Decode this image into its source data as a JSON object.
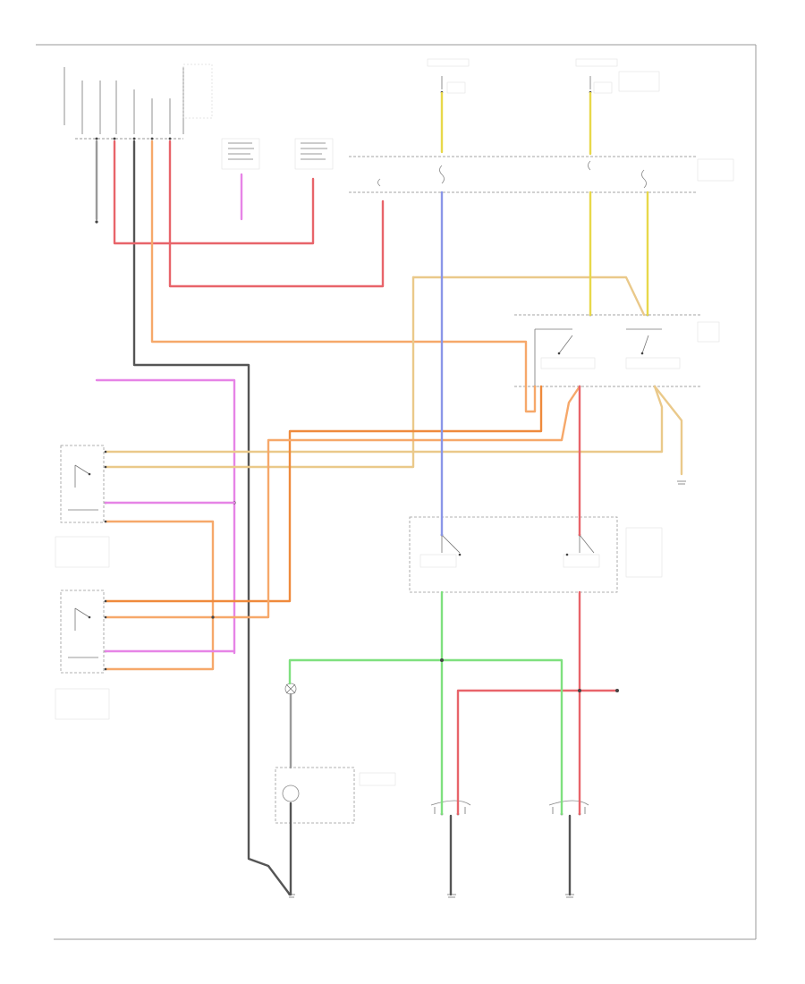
{
  "diagram": {
    "page_number": "",
    "colors": {
      "red": "#e8646a",
      "pink": "#d96b8a",
      "orange": "#f6a86a",
      "dark_orange": "#ef8a3c",
      "yellow": "#e8d84a",
      "tan": "#eac98a",
      "blue": "#8a96e8",
      "green": "#7fe07f",
      "violet": "#e684e6",
      "black": "#555555",
      "gray": "#9a9a9a"
    },
    "components": [
      {
        "id": "top-left-connector",
        "icon": "connector-icon"
      },
      {
        "id": "headlamp-sw-note",
        "icon": "splice-note-icon"
      },
      {
        "id": "dimmer-note",
        "icon": "splice-note-icon"
      },
      {
        "id": "fuse-box",
        "icon": "fuse-icon"
      },
      {
        "id": "dimmer-switch",
        "icon": "switch-icon"
      },
      {
        "id": "relay-box",
        "icon": "relay-icon"
      },
      {
        "id": "auto-lamp-control-1",
        "icon": "relay-icon"
      },
      {
        "id": "auto-lamp-control-2",
        "icon": "relay-icon"
      },
      {
        "id": "indicator-lamp",
        "icon": "lamp-icon"
      },
      {
        "id": "photo-sensor",
        "icon": "sensor-icon"
      },
      {
        "id": "left-headlamp",
        "icon": "lamp-icon"
      },
      {
        "id": "right-headlamp",
        "icon": "lamp-icon"
      },
      {
        "id": "ground-1",
        "icon": "ground-icon"
      },
      {
        "id": "ground-2",
        "icon": "ground-icon"
      },
      {
        "id": "ground-3",
        "icon": "ground-icon"
      },
      {
        "id": "ground-4",
        "icon": "ground-icon"
      }
    ]
  }
}
